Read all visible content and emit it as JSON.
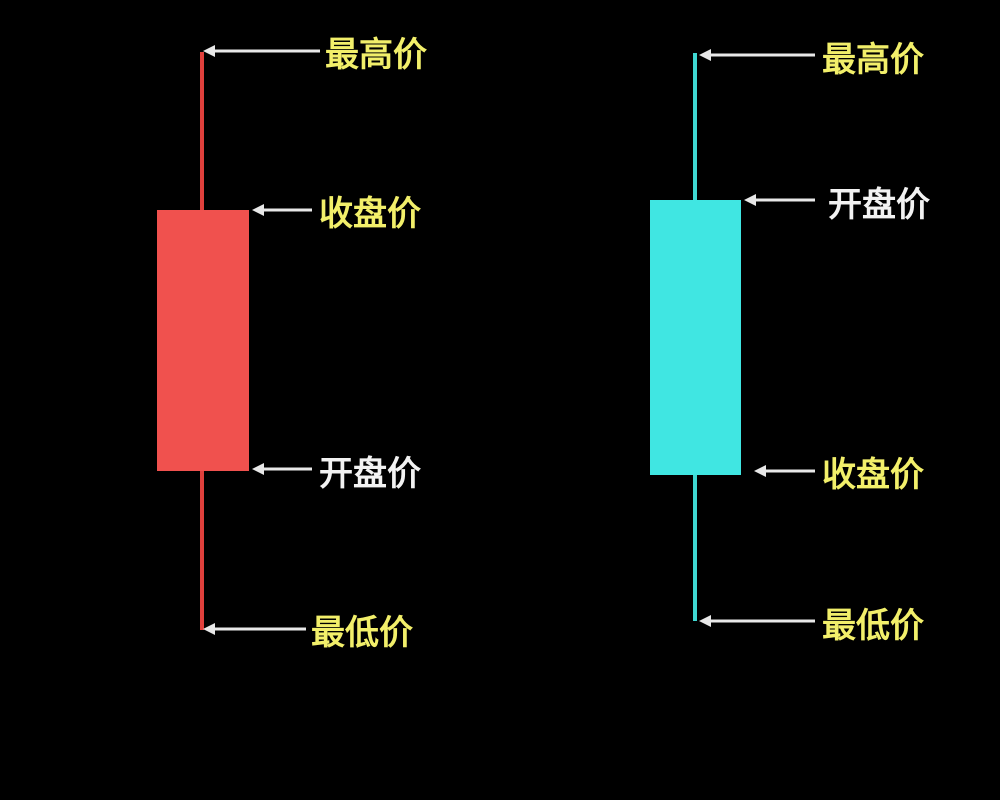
{
  "colors": {
    "background": "#000000",
    "bullish_body": "#f0514e",
    "bullish_wick": "#e0403c",
    "bearish_body": "#40e6e2",
    "bearish_wick": "#3fd8d2",
    "arrow": "#e8e8e8",
    "label_yellow": "#f2ef6a",
    "label_white": "#f2f2f2"
  },
  "candles": [
    {
      "id": "bullish",
      "body_color_key": "bullish_body",
      "wick_color_key": "bullish_wick",
      "labels": {
        "high": {
          "text": "最高价",
          "color_key": "label_yellow"
        },
        "body_top": {
          "text": "收盘价",
          "color_key": "label_yellow"
        },
        "body_bottom": {
          "text": "开盘价",
          "color_key": "label_white"
        },
        "low": {
          "text": "最低价",
          "color_key": "label_yellow"
        }
      }
    },
    {
      "id": "bearish",
      "body_color_key": "bearish_body",
      "wick_color_key": "bearish_wick",
      "labels": {
        "high": {
          "text": "最高价",
          "color_key": "label_yellow"
        },
        "body_top": {
          "text": "开盘价",
          "color_key": "label_white"
        },
        "body_bottom": {
          "text": "收盘价",
          "color_key": "label_yellow"
        },
        "low": {
          "text": "最低价",
          "color_key": "label_yellow"
        }
      }
    }
  ]
}
